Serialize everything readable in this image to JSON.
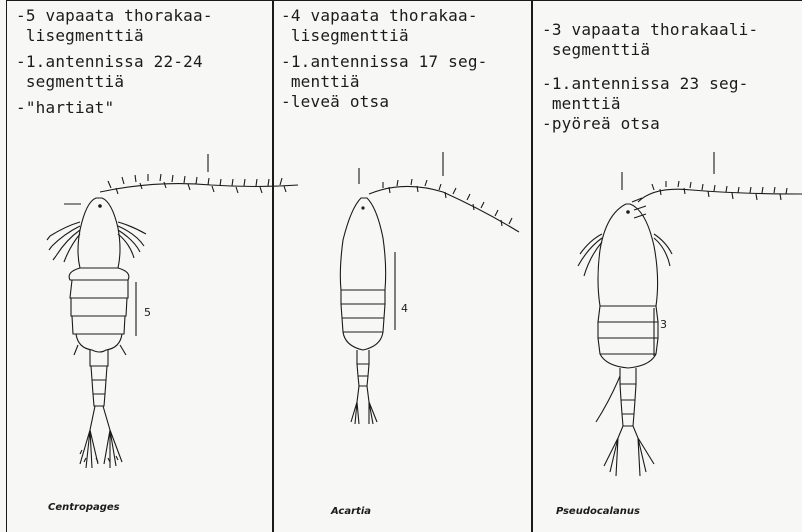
{
  "columns": [
    {
      "notes": [
        "-5 vapaata thorakaa-\n lisegmenttiä",
        "-1.antennissa 22-24\n segmenttiä",
        "-\"hartiat\""
      ],
      "scale_label": "5",
      "species": "Centropages"
    },
    {
      "notes": [
        "-4 vapaata thorakaa-\n lisegmenttiä",
        "-1.antennissa 17 seg-\n menttiä\n-leveä otsa"
      ],
      "scale_label": "4",
      "species": "Acartia"
    },
    {
      "notes": [
        "-3 vapaata thorakaali-\n segmenttiä",
        "-1.antennissa 23 seg-\n menttiä\n-pyöreä otsa"
      ],
      "scale_label": "3",
      "species": "Pseudocalanus"
    }
  ],
  "colors": {
    "ink": "#1b1b1b",
    "paper": "#f7f7f5"
  }
}
